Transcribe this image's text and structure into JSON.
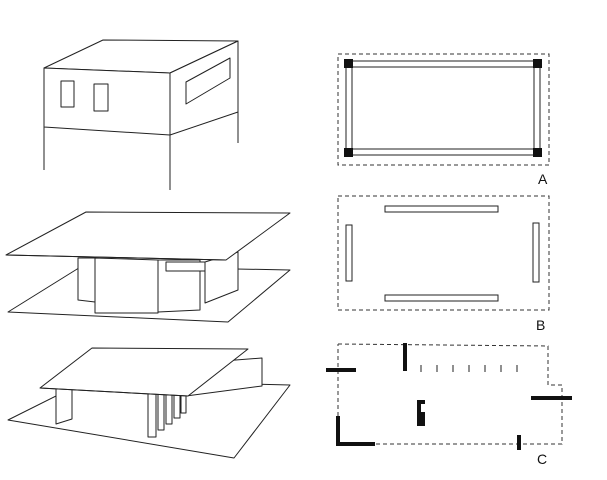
{
  "labels": {
    "a": "A",
    "b": "B",
    "c": "C"
  },
  "icons": {
    "closed_box": "closed-box-icon",
    "slab_walls": "slab-walls-icon",
    "slab_fins": "slab-fins-icon"
  }
}
